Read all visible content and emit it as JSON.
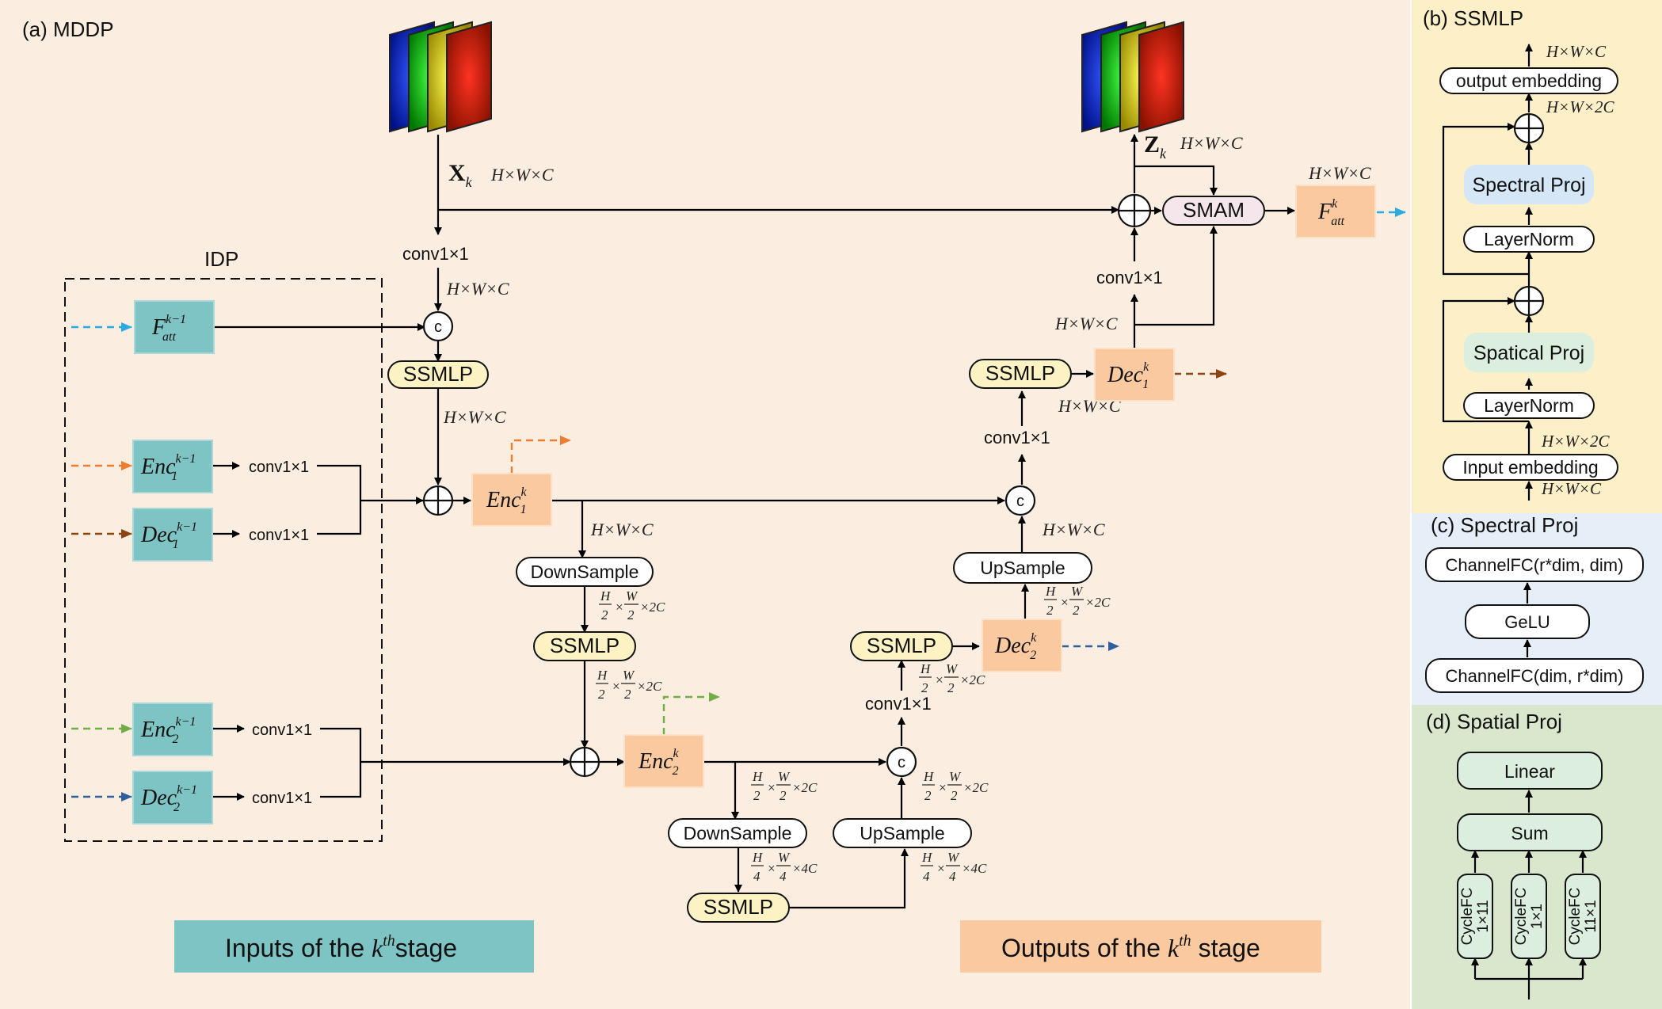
{
  "panels": {
    "a_title": "(a) MDDP",
    "b_title": "(b) SSMLP",
    "c_title": "(c) Spectral Proj",
    "d_title": "(d) Spatial Proj"
  },
  "colors": {
    "panel_a_bg": "#fbeee0",
    "panel_b_bg": "#fdf0c8",
    "panel_c_bg": "#e6eef7",
    "panel_d_bg": "#d9e7cd",
    "teal_box": "#7fc4c4",
    "orange_box": "#fbc9a0",
    "ssmlp_pill": "#fdf2c4",
    "smam_pill": "#f5e6ec",
    "spectral_proj": "#d5e6f6",
    "spatial_proj": "#dcefdf",
    "arrow_blue": "#29abe2",
    "arrow_orange": "#ed7d31",
    "arrow_brown": "#8b4513",
    "arrow_green": "#70ad47",
    "arrow_steel": "#2e5f9e"
  },
  "mddp": {
    "idp_label": "IDP",
    "x_label": "X",
    "x_sub": "k",
    "z_label": "Z",
    "z_sub": "k",
    "dim_hwc": "H×W×C",
    "conv": "conv1×1",
    "ssmlp": "SSMLP",
    "smam": "SMAM",
    "downsample": "DownSample",
    "upsample": "UpSample",
    "concat_symbol": "c",
    "f_att_prev": {
      "base": "F",
      "sup": "k−1",
      "sub": "att"
    },
    "f_att": {
      "base": "F",
      "sup": "k",
      "sub": "att"
    },
    "enc1_prev": {
      "base": "Enc",
      "sup": "k−1",
      "sub": "1"
    },
    "dec1_prev": {
      "base": "Dec",
      "sup": "k−1",
      "sub": "1"
    },
    "enc2_prev": {
      "base": "Enc",
      "sup": "k−1",
      "sub": "2"
    },
    "dec2_prev": {
      "base": "Dec",
      "sup": "k−1",
      "sub": "2"
    },
    "enc1": {
      "base": "Enc",
      "sup": "k",
      "sub": "1"
    },
    "enc2": {
      "base": "Enc",
      "sup": "k",
      "sub": "2"
    },
    "dec1": {
      "base": "Dec",
      "sup": "k",
      "sub": "1"
    },
    "dec2": {
      "base": "Dec",
      "sup": "k",
      "sub": "2"
    },
    "frac_h2": {
      "num": "H",
      "den": "2"
    },
    "frac_w2": {
      "num": "W",
      "den": "2"
    },
    "frac_h4": {
      "num": "H",
      "den": "4"
    },
    "frac_w4": {
      "num": "W",
      "den": "4"
    },
    "times_2c": "×2C",
    "times_4c": "×4C",
    "times": "×"
  },
  "legend": {
    "inputs_prefix": "Inputs of the ",
    "outputs_prefix": "Outputs of the ",
    "k": "k",
    "th": "th",
    "stage": "stage",
    "stage_spaced": " stage"
  },
  "ssmlp_panel": {
    "dim_top": "H×W×C",
    "output_embedding": "output embedding",
    "dim_2c_top": "H×W×2C",
    "spectral_proj": "Spectral Proj",
    "layernorm": "LayerNorm",
    "spatical_proj": "Spatical Proj",
    "dim_2c_bottom": "H×W×2C",
    "input_embedding": "Input embedding",
    "dim_bottom": "H×W×C"
  },
  "spectral_panel": {
    "fc_top": "ChannelFC(r*dim, dim)",
    "gelu": "GeLU",
    "fc_bottom": "ChannelFC(dim, r*dim)"
  },
  "spatial_panel": {
    "linear": "Linear",
    "sum": "Sum",
    "cycle_a": [
      "CycleFC",
      "1×11"
    ],
    "cycle_b": [
      "CycleFC",
      "1×1"
    ],
    "cycle_c": [
      "CycleFC",
      "11×1"
    ]
  }
}
